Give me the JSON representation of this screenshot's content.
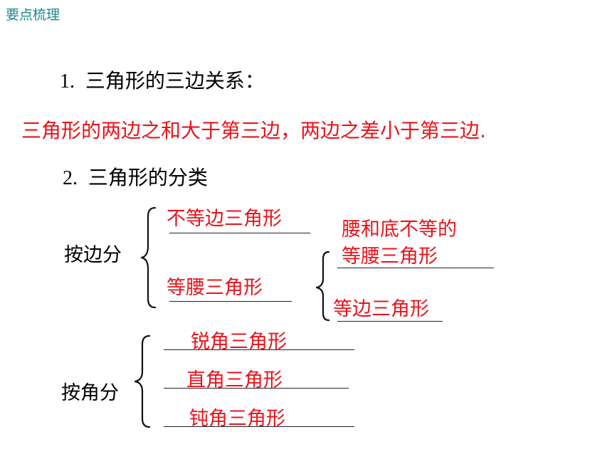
{
  "header": {
    "title": "要点梳理"
  },
  "section1": {
    "number": "1.",
    "title": "三角形的三边关系："
  },
  "rule": {
    "text": "三角形的两边之和大于第三边，两边之差小于第三边."
  },
  "section2": {
    "number": "2.",
    "title": "三角形的分类"
  },
  "by_side": {
    "label": "按边分",
    "items": [
      "不等边三角形",
      "等腰三角形"
    ],
    "isosceles_sub": [
      "腰和底不等的",
      "等腰三角形",
      "等边三角形"
    ]
  },
  "by_angle": {
    "label": "按角分",
    "items": [
      "锐角三角形",
      "直角三角形",
      "钝角三角形"
    ]
  },
  "colors": {
    "answer": "#e8141c",
    "header": "#1a8a8a"
  }
}
